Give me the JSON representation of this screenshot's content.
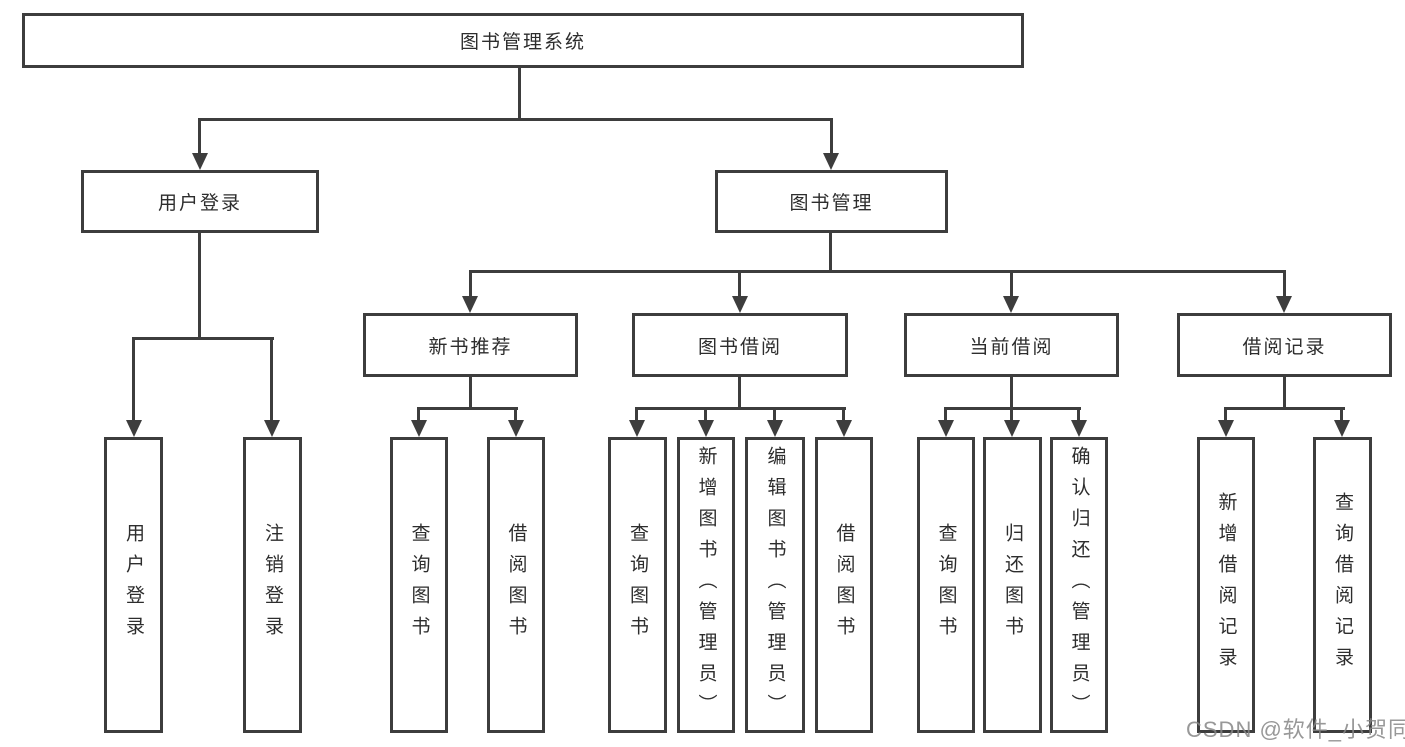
{
  "tree": {
    "root": {
      "label": "图书管理系统"
    },
    "level1": [
      {
        "label": "用户登录",
        "children": [
          {
            "label": "用户登录"
          },
          {
            "label": "注销登录"
          }
        ]
      },
      {
        "label": "图书管理",
        "children": [
          {
            "label": "新书推荐",
            "children": [
              {
                "label": "查询图书"
              },
              {
                "label": "借阅图书"
              }
            ]
          },
          {
            "label": "图书借阅",
            "children": [
              {
                "label": "查询图书"
              },
              {
                "label": "新增图书（管理员）"
              },
              {
                "label": "编辑图书（管理员）"
              },
              {
                "label": "借阅图书"
              }
            ]
          },
          {
            "label": "当前借阅",
            "children": [
              {
                "label": "查询图书"
              },
              {
                "label": "归还图书"
              },
              {
                "label": "确认归还（管理员）"
              }
            ]
          },
          {
            "label": "借阅记录",
            "children": [
              {
                "label": "新增借阅记录"
              },
              {
                "label": "查询借阅记录"
              }
            ]
          }
        ]
      }
    ]
  },
  "watermark": {
    "text": "CSDN @软件_小贺同学"
  },
  "colors": {
    "line": "#3d3d3d",
    "text": "#2d2d2d",
    "watermark": "#868686",
    "background": "#ffffff"
  }
}
